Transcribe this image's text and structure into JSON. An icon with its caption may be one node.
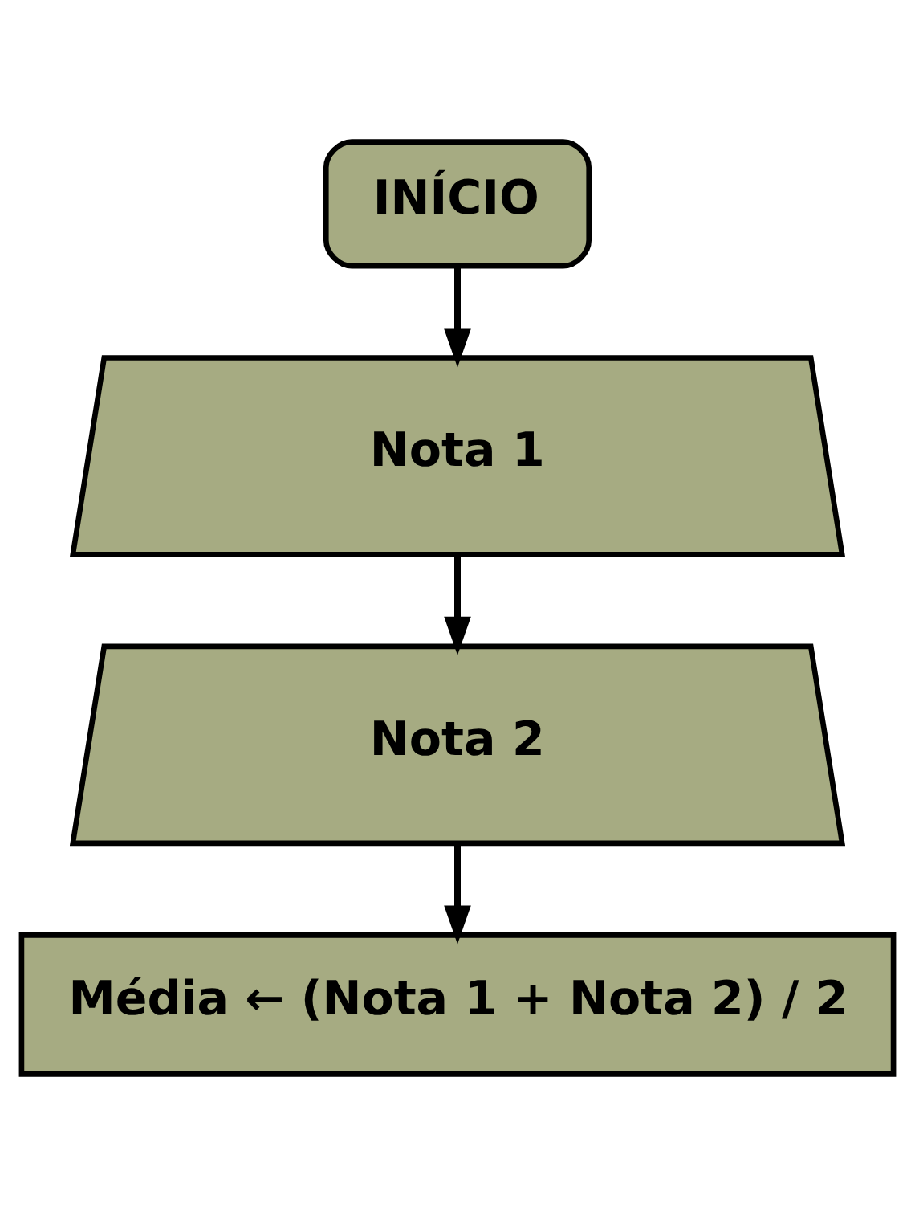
{
  "diagram": {
    "nodes": [
      {
        "text": [
          "INÍCIO"
        ]
      },
      {
        "text": [
          "Nota 1"
        ]
      },
      {
        "text": [
          "Nota 2"
        ]
      },
      {
        "text": [
          "Média ← (Nota 1 + Nota 2) / 2"
        ]
      }
    ],
    "edges": [
      {
        "from": 0,
        "to": 1,
        "arrow": "to"
      },
      {
        "from": 1,
        "to": 2,
        "arrow": "to"
      },
      {
        "from": 2,
        "to": 3,
        "arrow": "to"
      }
    ]
  }
}
